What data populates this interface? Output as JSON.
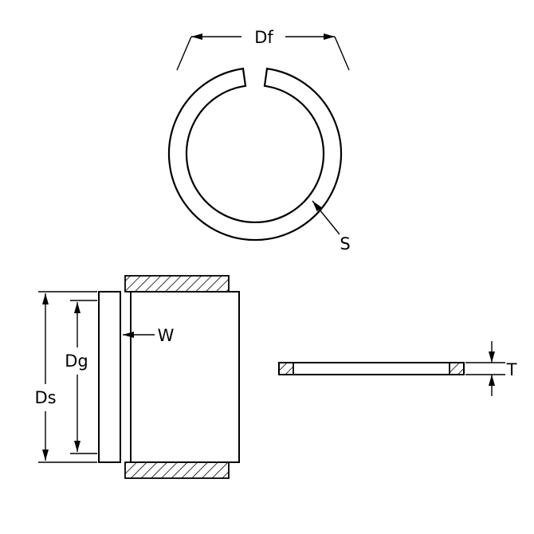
{
  "page": {
    "background_color": "#ffffff",
    "line_color": "#000000"
  },
  "labels": {
    "df": "Df",
    "s": "S",
    "dg": "Dg",
    "ds": "Ds",
    "w": "W",
    "t": "T"
  }
}
